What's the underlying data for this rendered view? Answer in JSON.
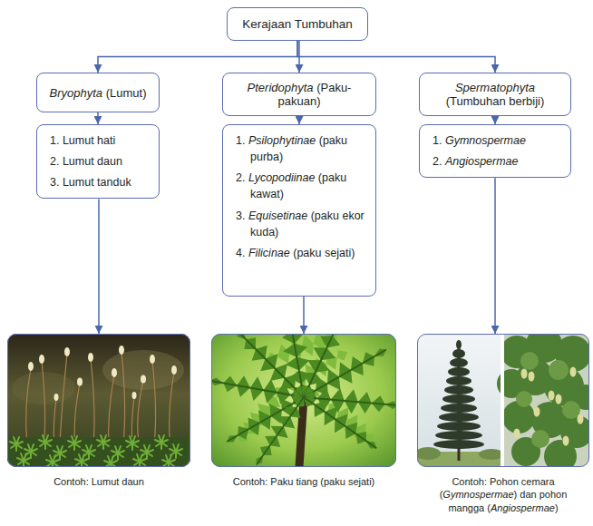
{
  "diagram": {
    "nodes": [
      {
        "text": [
          "Kerajaan Tumbuhan"
        ]
      },
      {
        "text": [
          "Bryophyta (Lumut)"
        ]
      },
      {
        "text": [
          "Pteridophyta (Paku-pakuan)"
        ]
      },
      {
        "text": [
          "Spermatophyta (Tumbuhan berbiji)"
        ]
      },
      {
        "text": [
          "1. Lumut hati",
          "2. Lumut daun",
          "3. Lumut tanduk"
        ]
      },
      {
        "text": [
          "1. Psilophytinae (paku purba)",
          "2. Lycopodiinae (paku kawat)",
          "3. Equisetinae (paku ekor kuda)",
          "4. Filicinae (paku sejati)"
        ]
      },
      {
        "text": [
          "1. Gymnospermae",
          "2. Angiospermae"
        ]
      },
      {
        "text": [
          "Contoh: Lumut daun"
        ]
      },
      {
        "text": [
          "Contoh: Paku tiang (paku sejati)"
        ]
      },
      {
        "text": [
          "Contoh: Pohon cemara (Gymnospermae) dan pohon mangga (Angiospermae)"
        ]
      }
    ],
    "edges": [
      {
        "from": 0,
        "to": 1,
        "arrow": "to"
      },
      {
        "from": 0,
        "to": 2,
        "arrow": "to"
      },
      {
        "from": 0,
        "to": 3,
        "arrow": "to"
      },
      {
        "from": 1,
        "to": 4,
        "arrow": "to"
      },
      {
        "from": 2,
        "to": 5,
        "arrow": "to"
      },
      {
        "from": 3,
        "to": 6,
        "arrow": "to"
      },
      {
        "from": 4,
        "to": 7,
        "arrow": "to"
      },
      {
        "from": 5,
        "to": 8,
        "arrow": "to"
      },
      {
        "from": 6,
        "to": 9,
        "arrow": "to"
      }
    ]
  }
}
